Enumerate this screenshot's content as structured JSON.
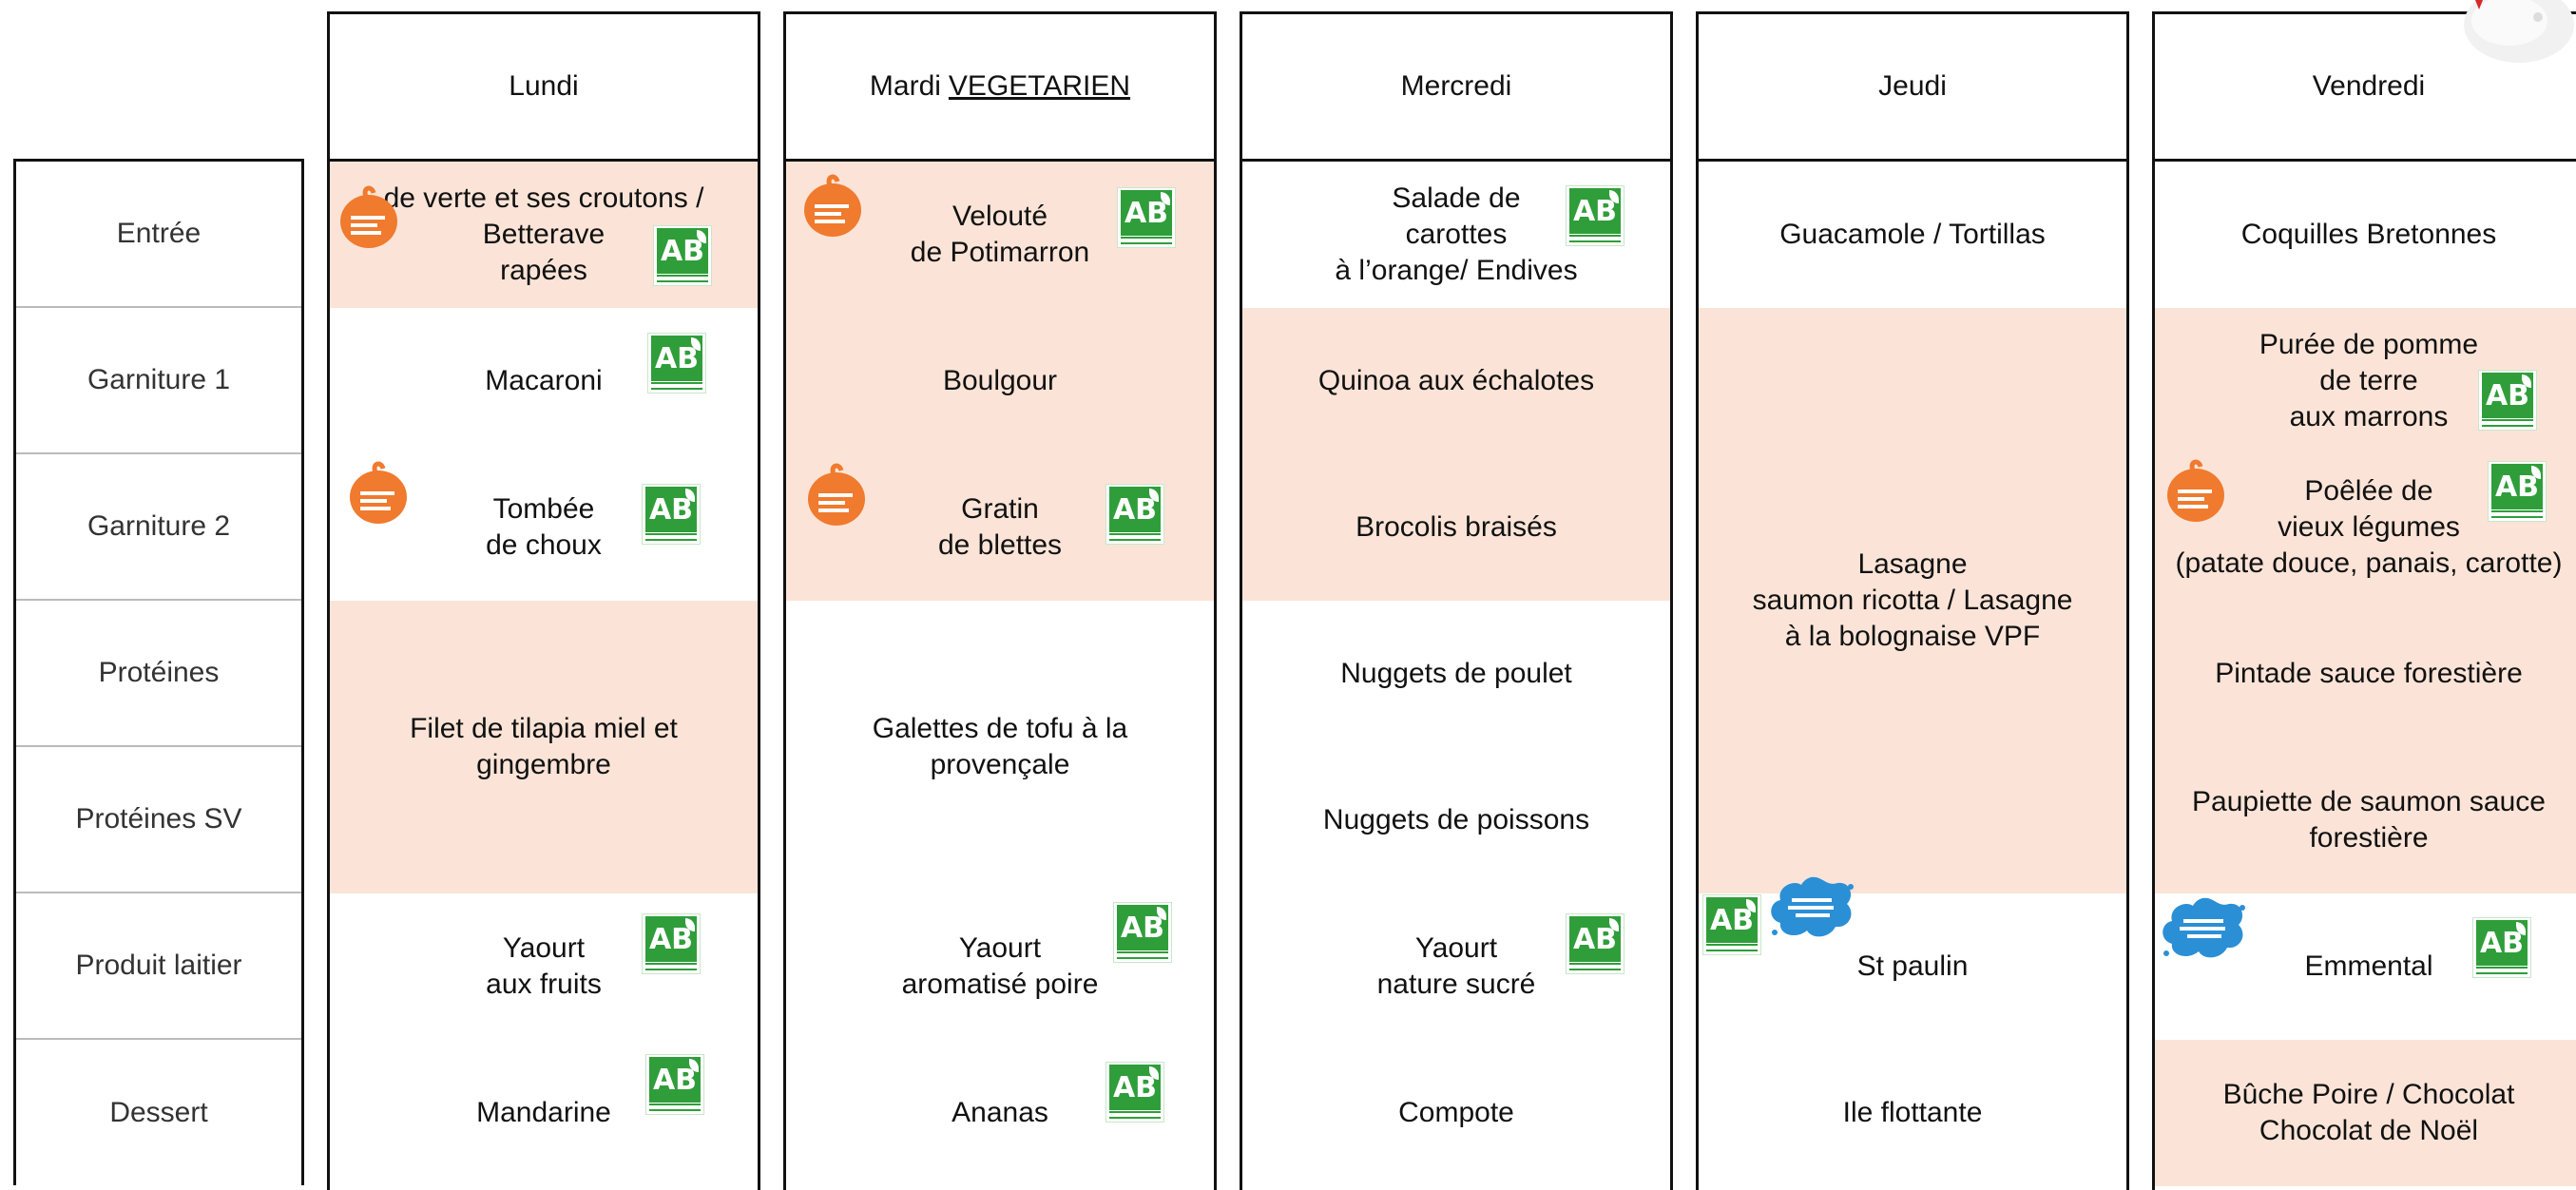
{
  "days": [
    {
      "name": "Lundi",
      "note": ""
    },
    {
      "name": "Mardi",
      "note": "VEGETARIEN"
    },
    {
      "name": "Mercredi",
      "note": ""
    },
    {
      "name": "Jeudi",
      "note": ""
    },
    {
      "name": "Vendredi",
      "note": ""
    }
  ],
  "rows": [
    "Entrée",
    "Garniture 1",
    "Garniture 2",
    "Protéines",
    "Protéines SV",
    "Produit laitier",
    "Dessert"
  ],
  "menu": {
    "lundi": {
      "entree": "de verte et ses croutons /\nBetterave\nrapées",
      "garniture1": "Macaroni",
      "garniture2": "Tombée\nde choux",
      "proteines": "Filet de tilapia miel et\ngingembre",
      "laitier": "Yaourt\naux fruits",
      "dessert": "Mandarine"
    },
    "mardi": {
      "entree": "Velouté\nde Potimarron",
      "garniture1": "Boulgour",
      "garniture2": "Gratin\nde blettes",
      "proteines": "Galettes de tofu à la\nprovençale",
      "laitier": "Yaourt\naromatisé poire",
      "dessert": "Ananas"
    },
    "mercredi": {
      "entree": "Salade de\ncarottes\nà l’orange/ Endives",
      "garniture1": "Quinoa aux échalotes",
      "garniture2": "Brocolis braisés",
      "proteines": "Nuggets de poulet",
      "proteines_sv": "Nuggets de poissons",
      "laitier": "Yaourt\nnature sucré",
      "dessert": "Compote"
    },
    "jeudi": {
      "entree": "Guacamole / Tortillas",
      "plat": "Lasagne\nsaumon ricotta / Lasagne\nà la bolognaise VPF",
      "laitier": "St paulin",
      "dessert": "Ile flottante"
    },
    "vendredi": {
      "entree": "Coquilles  Bretonnes",
      "garniture1": "Purée de pomme\nde terre\naux marrons",
      "garniture2": "Poêlée de\nvieux  légumes\n(patate douce, panais, carotte)",
      "proteines": "Pintade sauce forestière",
      "proteines_sv": "Paupiette de saumon sauce\nforestière",
      "laitier": "Emmental",
      "dessert": "Bûche Poire / Chocolat\nChocolat de Noël"
    }
  },
  "badges": {
    "bio": "AB"
  },
  "icons": {
    "bio": "ab-organic-label-icon",
    "fruit": "fruits-legumes-ecole-logo-icon",
    "lait": "lait-ecole-logo-icon",
    "deco": "mascot-decoration-icon"
  },
  "colors": {
    "shaded": "#fbe4d7",
    "bio_green": "#2f9e3a",
    "fruit_orange": "#f07a2e",
    "lait_blue": "#2b8fd6",
    "border": "#111111"
  }
}
